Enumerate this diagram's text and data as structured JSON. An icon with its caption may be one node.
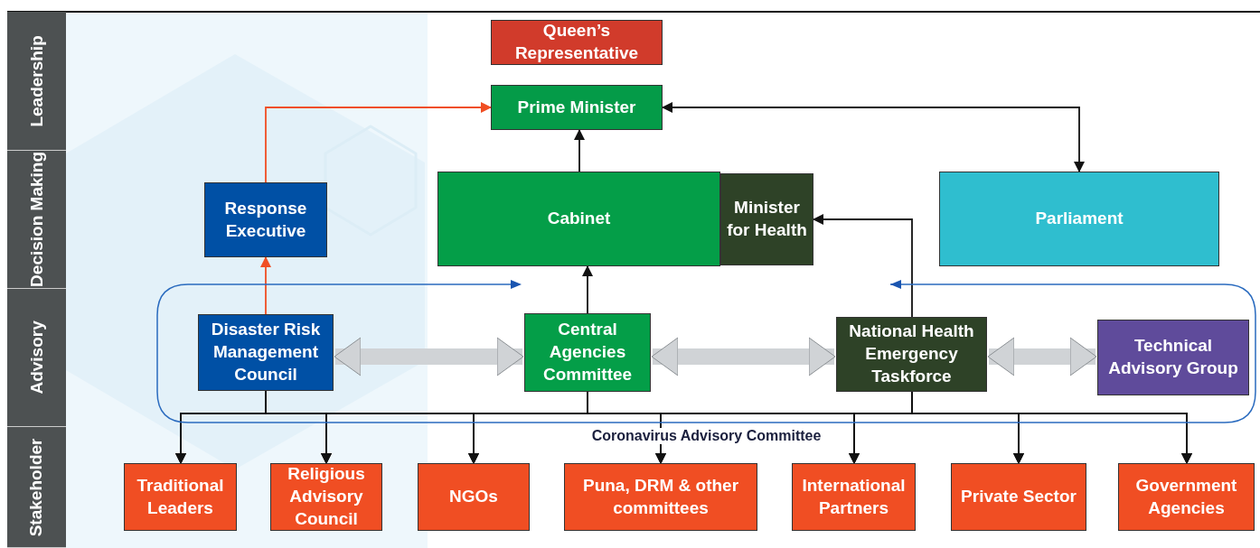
{
  "diagram": {
    "nodes": [
      {
        "text": [
          "Queen’s Representative"
        ]
      },
      {
        "text": [
          "Prime Minister"
        ]
      },
      {
        "text": [
          "Response Executive"
        ]
      },
      {
        "text": [
          "Cabinet"
        ]
      },
      {
        "text": [
          "Minister for Health"
        ]
      },
      {
        "text": [
          "Parliament"
        ]
      },
      {
        "text": [
          "Coronavirus Advisory Committee"
        ]
      },
      {
        "text": [
          "Disaster Risk Management Council"
        ],
        "in": 6
      },
      {
        "text": [
          "Central Agencies Committee"
        ],
        "in": 6
      },
      {
        "text": [
          "National Health Emergency Taskforce"
        ],
        "in": 6
      },
      {
        "text": [
          "Technical Advisory Group"
        ],
        "in": 6
      },
      {
        "text": [
          "Traditional Leaders"
        ]
      },
      {
        "text": [
          "Religious Advisory Council"
        ]
      },
      {
        "text": [
          "NGOs"
        ]
      },
      {
        "text": [
          "Puna, DRM & other committees"
        ]
      },
      {
        "text": [
          "International Partners"
        ]
      },
      {
        "text": [
          "Private Sector"
        ]
      },
      {
        "text": [
          "Government Agencies"
        ]
      }
    ],
    "edges": [
      {
        "from": 2,
        "to": 1,
        "arrow": "to",
        "color": "#f04e23"
      },
      {
        "from": 3,
        "to": 1,
        "arrow": "to"
      },
      {
        "from": 1,
        "to": 5,
        "arrow": "both"
      },
      {
        "from": 7,
        "to": 2,
        "arrow": "to",
        "color": "#f04e23"
      },
      {
        "from": 8,
        "to": 3,
        "arrow": "to"
      },
      {
        "from": 9,
        "to": 4,
        "arrow": "to"
      },
      {
        "from": 7,
        "to": 8,
        "arrow": "both",
        "style": "thick",
        "color": "#d0d3d6"
      },
      {
        "from": 8,
        "to": 9,
        "arrow": "both",
        "style": "thick",
        "color": "#d0d3d6"
      },
      {
        "from": 9,
        "to": 10,
        "arrow": "both",
        "style": "thick",
        "color": "#d0d3d6"
      },
      {
        "from": 7,
        "to": 11,
        "arrow": "to"
      },
      {
        "from": 7,
        "to": 12,
        "arrow": "to"
      },
      {
        "from": 7,
        "to": 13,
        "arrow": "to"
      },
      {
        "from": 7,
        "to": 14,
        "arrow": "to"
      },
      {
        "from": 7,
        "to": 15,
        "arrow": "to"
      },
      {
        "from": 7,
        "to": 16,
        "arrow": "to"
      },
      {
        "from": 7,
        "to": 17,
        "arrow": "to"
      },
      {
        "from": 8,
        "to": 11,
        "arrow": "to"
      },
      {
        "from": 8,
        "to": 12,
        "arrow": "to"
      },
      {
        "from": 8,
        "to": 13,
        "arrow": "to"
      },
      {
        "from": 8,
        "to": 14,
        "arrow": "to"
      },
      {
        "from": 8,
        "to": 15,
        "arrow": "to"
      },
      {
        "from": 8,
        "to": 16,
        "arrow": "to"
      },
      {
        "from": 8,
        "to": 17,
        "arrow": "to"
      },
      {
        "from": 9,
        "to": 11,
        "arrow": "to"
      },
      {
        "from": 9,
        "to": 12,
        "arrow": "to"
      },
      {
        "from": 9,
        "to": 13,
        "arrow": "to"
      },
      {
        "from": 9,
        "to": 14,
        "arrow": "to"
      },
      {
        "from": 9,
        "to": 15,
        "arrow": "to"
      },
      {
        "from": 9,
        "to": 16,
        "arrow": "to"
      },
      {
        "from": 9,
        "to": 17,
        "arrow": "to"
      }
    ],
    "labels": [
      "Leadership",
      "Decision Making",
      "Advisory",
      "Stakeholder"
    ]
  }
}
